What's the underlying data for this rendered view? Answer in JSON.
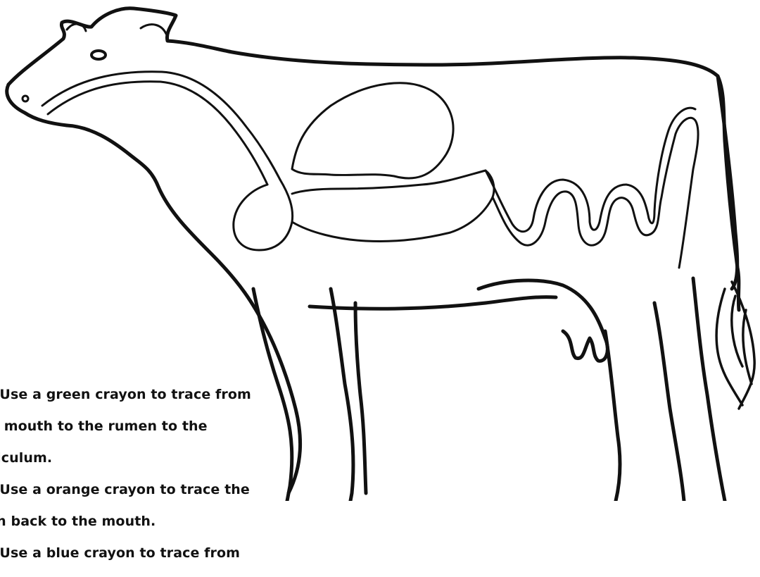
{
  "instructions": {
    "lines": [
      "  Use a green crayon to trace from",
      "e mouth to the rumen to the",
      "ticulum.",
      "  Use a orange crayon to trace the",
      "th back to the mouth.",
      "  Use a blue crayon to trace from"
    ]
  },
  "colors": {
    "outline": "#111111",
    "background": "#ffffff"
  },
  "icons": [
    "cow-outline",
    "digestive-tract"
  ]
}
